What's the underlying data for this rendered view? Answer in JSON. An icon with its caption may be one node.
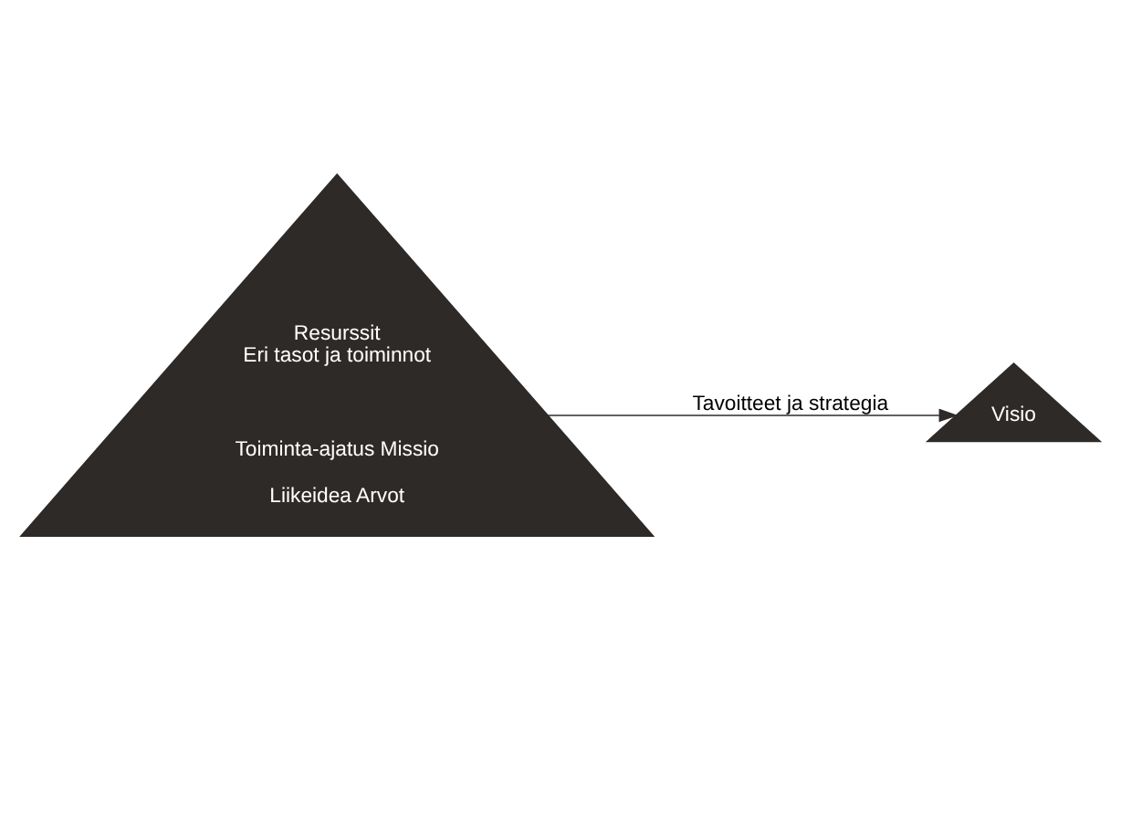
{
  "diagram": {
    "nodes": [
      {
        "text": [
          "Resurssit",
          "Eri tasot ja toiminnot",
          "Toiminta-ajatus Missio",
          "Liikeidea Arvot"
        ]
      },
      {
        "text": [
          "Visio"
        ]
      }
    ],
    "edges": [
      {
        "from": 0,
        "to": 1,
        "arrow": "to",
        "label": "Tavoitteet ja strategia"
      }
    ]
  }
}
